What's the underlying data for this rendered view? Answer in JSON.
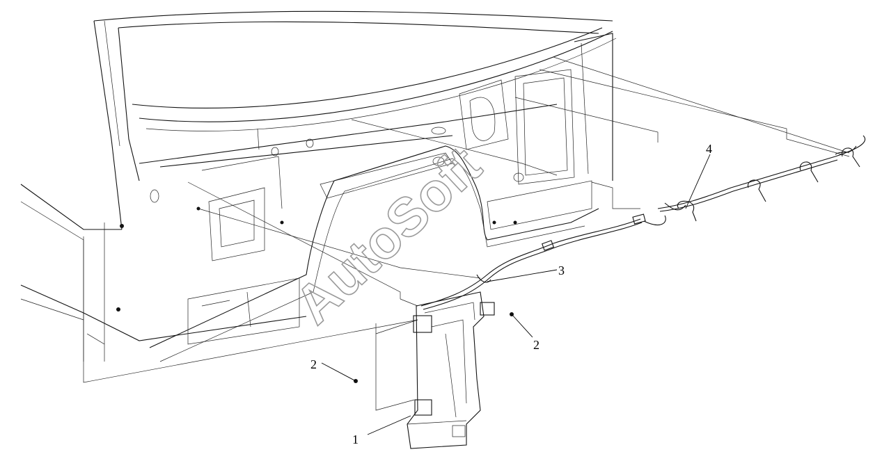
{
  "callouts": [
    {
      "id": "c1",
      "label": "1"
    },
    {
      "id": "c2a",
      "label": "2"
    },
    {
      "id": "c2b",
      "label": "2"
    },
    {
      "id": "c3",
      "label": "3"
    },
    {
      "id": "c4",
      "label": "4"
    }
  ],
  "watermark": {
    "text": "AutoSoft",
    "color": "#9a9a9a"
  },
  "colors": {
    "line": "#111111",
    "background": "#ffffff"
  }
}
